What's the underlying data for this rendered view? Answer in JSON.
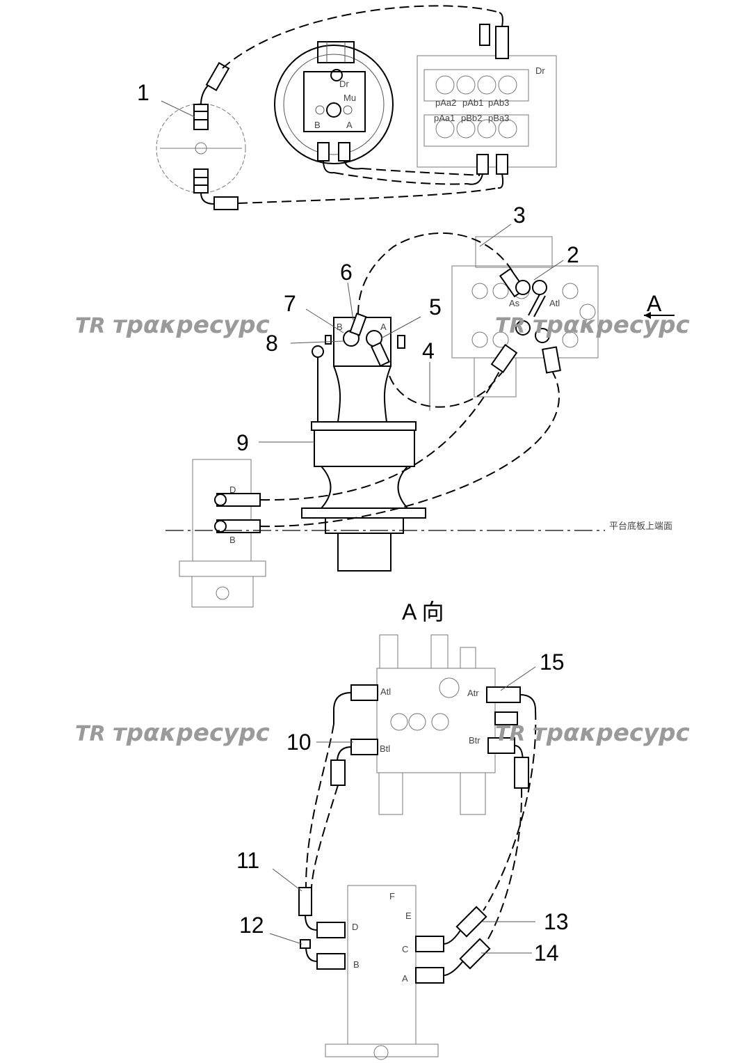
{
  "callouts": [
    "1",
    "2",
    "3",
    "4",
    "5",
    "6",
    "7",
    "8",
    "9",
    "10",
    "11",
    "12",
    "13",
    "14",
    "15"
  ],
  "view_marker": "A",
  "view_title": "A 向",
  "platform_note": "平台底板上端面",
  "watermark": "трακресурс",
  "watermark_logo": "TR",
  "ports": {
    "motor_top": [
      "Dr",
      "Mu",
      "B",
      "A"
    ],
    "valve_top": [
      "Dr",
      "pAa2",
      "pAb1",
      "pAb3",
      "pAa1",
      "pBb2",
      "pBa3"
    ],
    "motor_mid": [
      "B",
      "A"
    ],
    "valve_mid": [
      "As",
      "Atl"
    ],
    "joint_mid": [
      "D",
      "B"
    ],
    "valve_bottom": [
      "Atl",
      "Atr",
      "Btl",
      "Btr"
    ],
    "joint_bottom": [
      "F",
      "E",
      "D",
      "C",
      "B",
      "A"
    ]
  }
}
